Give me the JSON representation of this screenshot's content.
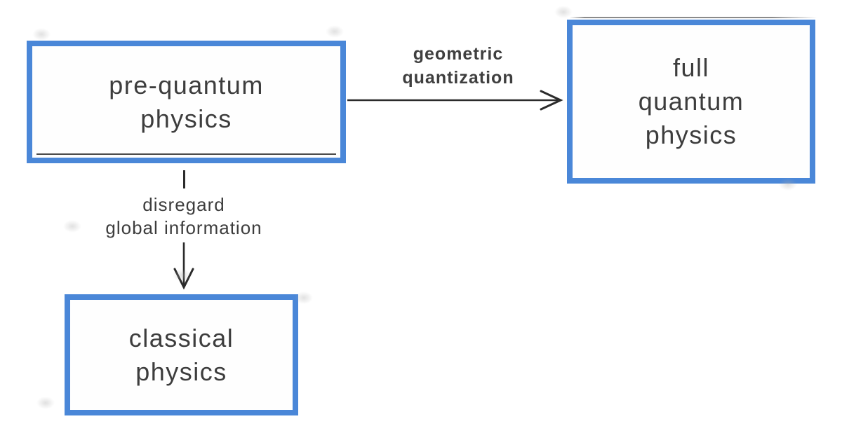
{
  "diagram": {
    "nodes": {
      "pre_quantum": {
        "label": "pre-quantum\nphysics"
      },
      "full_quantum": {
        "label": "full\nquantum\nphysics"
      },
      "classical": {
        "label": "classical\nphysics"
      }
    },
    "edges": {
      "quantization": {
        "label": "geometric\nquantization",
        "from": "pre_quantum",
        "to": "full_quantum",
        "direction": "right"
      },
      "disregard": {
        "label": "disregard\nglobal information",
        "from": "pre_quantum",
        "to": "classical",
        "direction": "down"
      }
    },
    "colors": {
      "box_border": "#4a87d8",
      "box_fill": "#ffffff",
      "text": "#3d3d3d",
      "edge_label_bold": "#3f3f3f",
      "arrow": "#2b2b2b",
      "background": "#ffffff"
    }
  }
}
